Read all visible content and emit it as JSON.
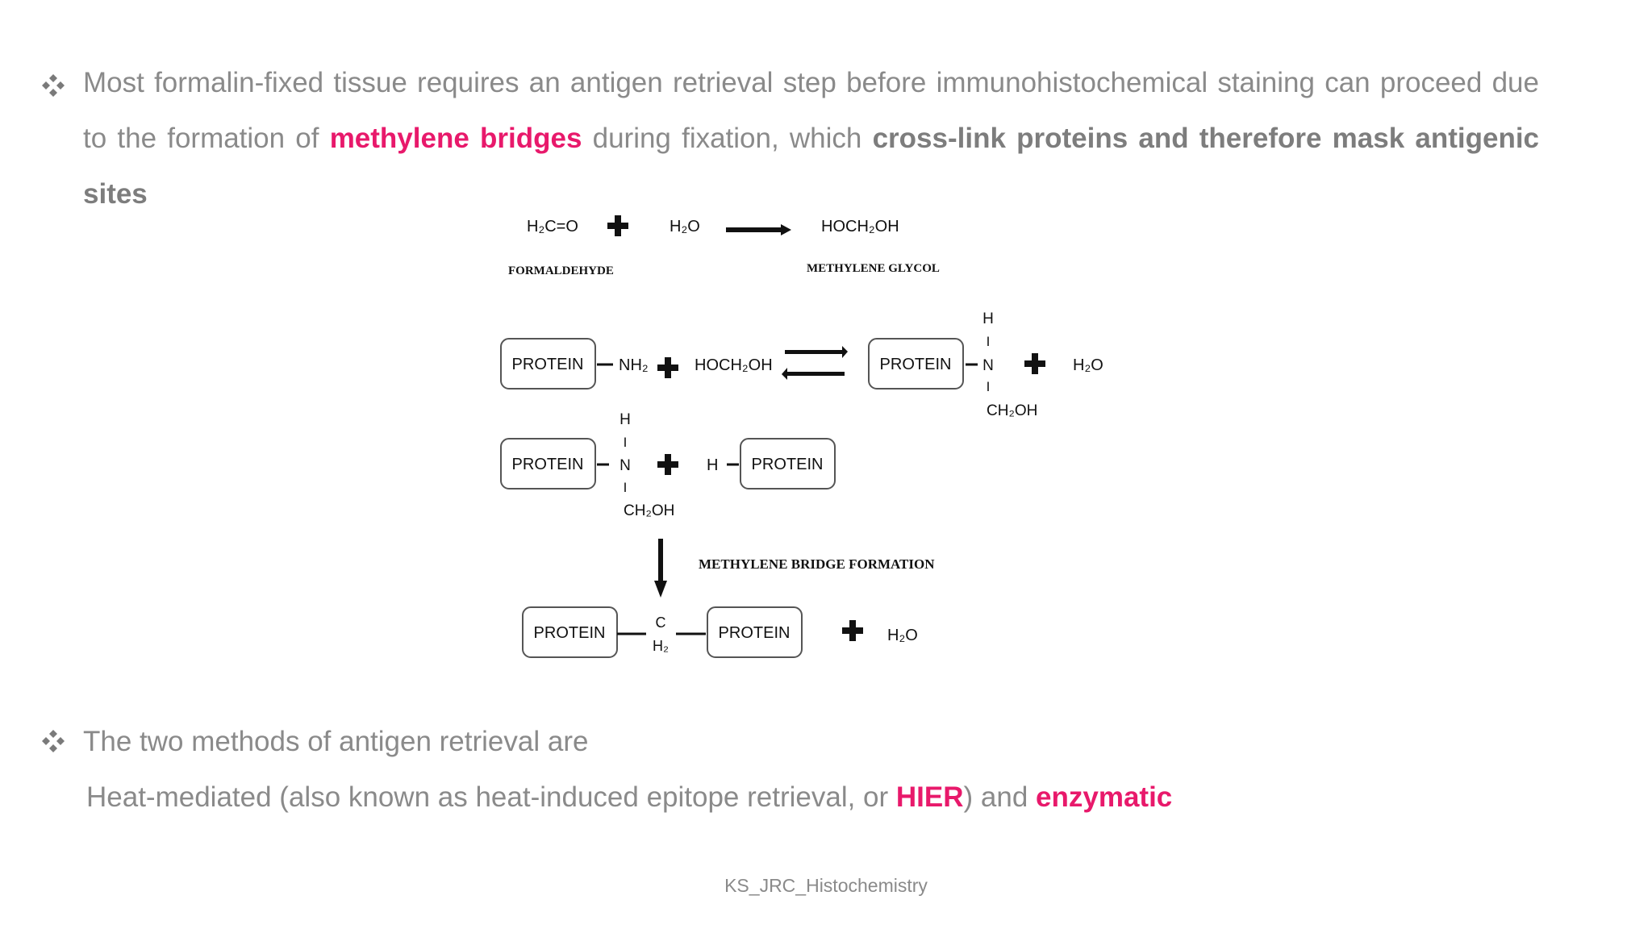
{
  "bullet1": {
    "pre": "Most formalin-fixed tissue requires an antigen retrieval step before immunohistochemical staining can proceed due to the formation of ",
    "highlight": "methylene bridges",
    "mid": " during fixation, which ",
    "bold": "cross-link proteins and therefore mask antigenic sites"
  },
  "diagram": {
    "row1": {
      "reactant1": "H₂C=O",
      "reactant2": "H₂O",
      "product": "HOCH₂OH"
    },
    "labels": {
      "formaldehyde": "FORMALDEHYDE",
      "glycol": "METHYLENE GLYCOL",
      "bridge": "METHYLENE BRIDGE FORMATION"
    },
    "protein": "PROTEIN",
    "nh2": "NH₂",
    "hoch2oh": "HOCH₂OH",
    "h": "H",
    "n": "N",
    "bar": "I",
    "ch2oh": "CH₂OH",
    "h2o": "H₂O",
    "c": "C",
    "h2": "H₂"
  },
  "bullet2": {
    "line1": "The two methods of antigen retrieval are",
    "line2_pre": "Heat-mediated (also known as heat-induced epitope retrieval, or ",
    "hier": "HIER",
    "line2_mid": ") and ",
    "enzymatic": "enzymatic"
  },
  "footer": "KS_JRC_Histochemistry",
  "colors": {
    "text": "#8a8a8a",
    "accent": "#e8196b",
    "bold": "#7d7d7d"
  },
  "icons": {
    "bullet": "diamond-bullet-icon",
    "plus": "plus-icon",
    "arrow": "arrow-icon"
  }
}
